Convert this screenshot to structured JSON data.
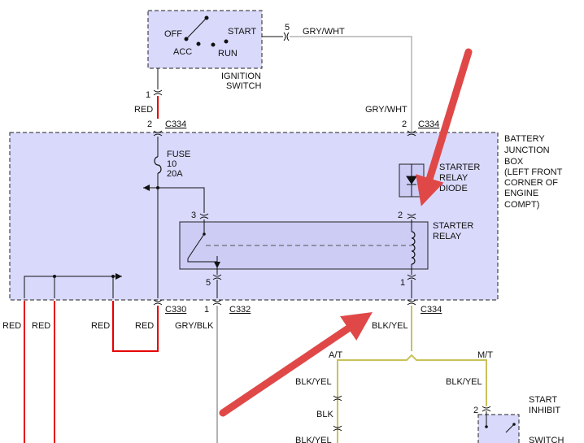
{
  "ignition": {
    "off": "OFF",
    "start": "START",
    "acc": "ACC",
    "run": "RUN",
    "title_line1": "IGNITION",
    "title_line2": "SWITCH",
    "pin_start": "5",
    "pin_red": "1"
  },
  "wires": {
    "gry_wht_top": "GRY/WHT",
    "red_top": "RED",
    "gry_wht_mid": "GRY/WHT",
    "red_1": "RED",
    "red_2": "RED",
    "red_3": "RED",
    "red_4": "RED",
    "gry_blk": "GRY/BLK",
    "blk_yel_1": "BLK/YEL",
    "blk_yel_2": "BLK/YEL",
    "blk_yel_3": "BLK/YEL",
    "blk_yel_4": "BLK/YEL",
    "blk": "BLK",
    "at": "A/T",
    "mt": "M/T"
  },
  "connectors": {
    "c334_left": "C334",
    "c334_right": "C334",
    "c330": "C330",
    "c332": "C332",
    "c334_bottom": "C334"
  },
  "pins": {
    "p2_left": "2",
    "p2_right": "2",
    "p3": "3",
    "p2_relay": "2",
    "p5": "5",
    "p1_relay": "1",
    "p1_c332": "1",
    "p2_inhibit": "2"
  },
  "fuse": {
    "label": "FUSE",
    "number": "10",
    "rating": "20A"
  },
  "junction_box": {
    "line1": "BATTERY",
    "line2": "JUNCTION",
    "line3": "BOX",
    "line4": "(LEFT FRONT",
    "line5": "CORNER OF",
    "line6": "ENGINE",
    "line7": "COMPT)"
  },
  "relay_diode": {
    "line1": "STARTER",
    "line2": "RELAY",
    "line3": "DIODE"
  },
  "starter_relay": {
    "line1": "STARTER",
    "line2": "RELAY"
  },
  "inhibit": {
    "line1": "START",
    "line2": "INHIBIT",
    "line3": "SWITCH"
  },
  "colors": {
    "box_fill": "#d9d9fc",
    "relay_fill": "#ccccf5",
    "red_wire": "#e60000",
    "gray_wire": "#b3b3b3",
    "yellow_wire": "#c9c25a",
    "arrow": "#e04848"
  }
}
